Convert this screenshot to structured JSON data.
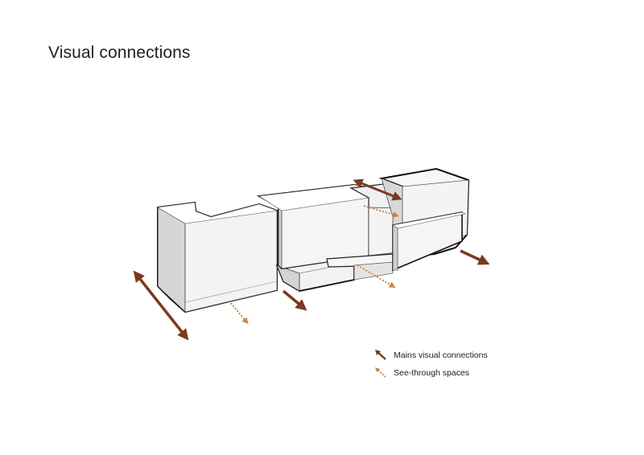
{
  "title": "Visual connections",
  "legend": {
    "items": [
      {
        "label": "Mains visual connections",
        "color": "#7a3a1e",
        "icon": "arrow-solid-icon"
      },
      {
        "label": "See-through spaces",
        "color": "#c6884a",
        "icon": "arrow-dotted-icon"
      }
    ]
  },
  "colors": {
    "main_arrow": "#7a3a1e",
    "see_through_arrow": "#c6884a",
    "face_front": "#f3f3f3",
    "face_side": "#cfcfcf",
    "face_top": "#ffffff",
    "outline": "#111111"
  }
}
